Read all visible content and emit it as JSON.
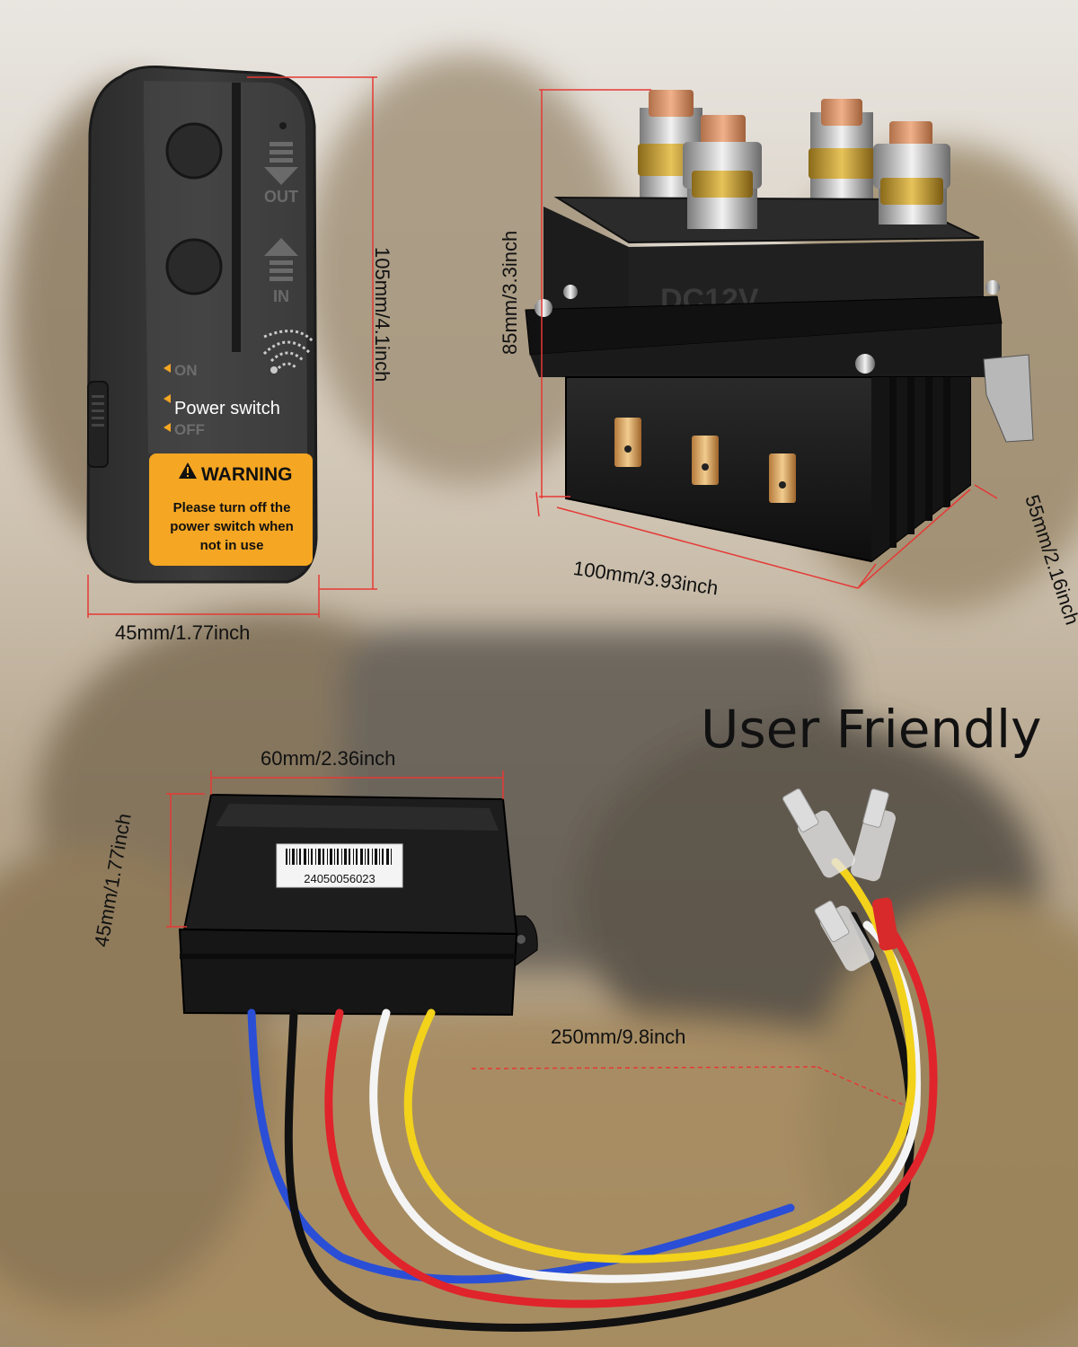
{
  "headline": "User Friendly",
  "remote": {
    "label_out": "OUT",
    "label_in": "IN",
    "label_on": "ON",
    "label_power": "Power switch",
    "label_off": "OFF",
    "warning_title": "WARNING",
    "warning_line1": "Please turn off the",
    "warning_line2": "power switch when",
    "warning_line3": "not  in  use"
  },
  "solenoid": {
    "voltage_label": "DC12V"
  },
  "receiver": {
    "serial_number": "24050056023"
  },
  "dimensions": {
    "remote_height": "105mm/4.1inch",
    "remote_width": "45mm/1.77inch",
    "solenoid_height": "85mm/3.3inch",
    "solenoid_length": "100mm/3.93inch",
    "solenoid_depth": "55mm/2.16inch",
    "receiver_width": "60mm/2.36inch",
    "receiver_height": "45mm/1.77inch",
    "wire_length": "250mm/9.8inch"
  },
  "colors": {
    "dimension_line": "#e53935",
    "warning_orange": "#f5a623",
    "wire_blue": "#2a4fd6",
    "wire_black": "#111111",
    "wire_red": "#e0242b",
    "wire_white": "#f4f4f4",
    "wire_yellow": "#f2d21b"
  }
}
